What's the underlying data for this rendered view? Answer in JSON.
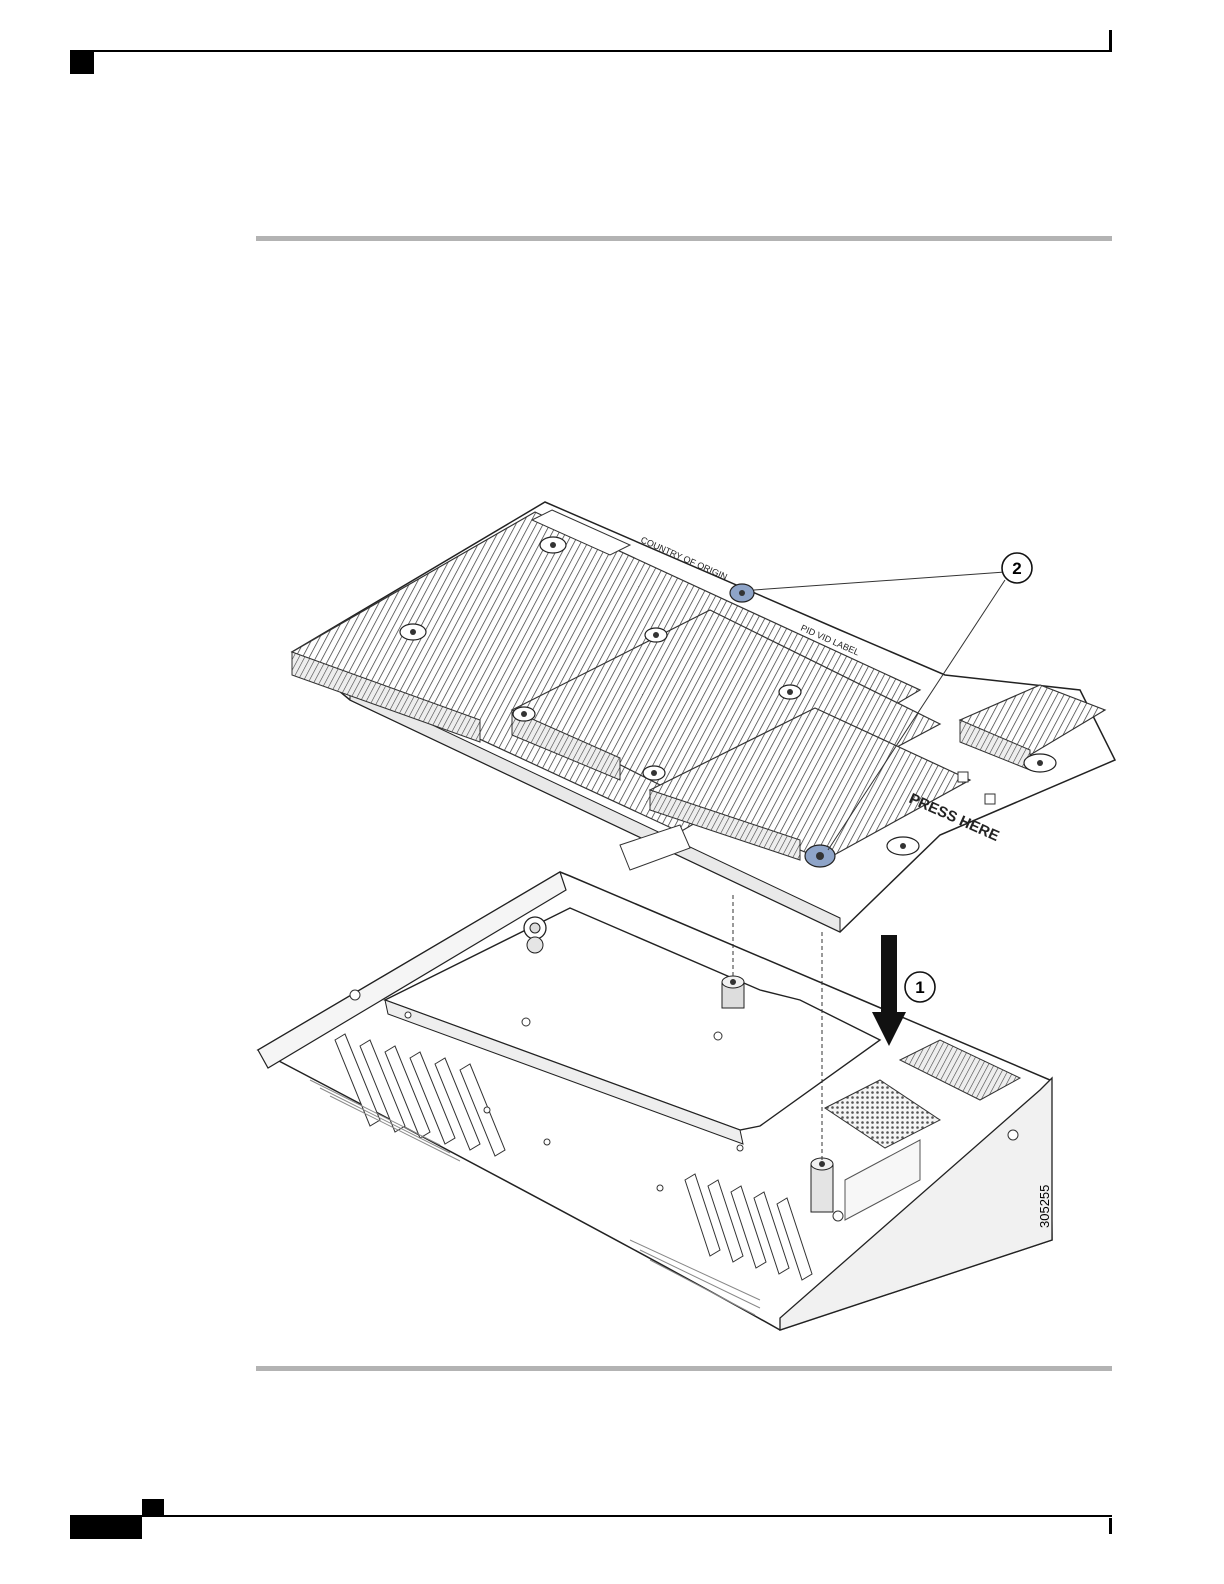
{
  "figure": {
    "callouts": [
      {
        "number": "1",
        "meaning": "lower board onto standoffs"
      },
      {
        "number": "2",
        "meaning": "captive thumbscrews"
      }
    ],
    "figure_id": "305255",
    "board_labels": {
      "country_label": "COUNTRY OF ORIGIN",
      "pid_label": "PID VID LABEL",
      "press_label": "PRESS HERE"
    }
  },
  "colors": {
    "rule_gray": "#b3b3b3",
    "line": "#222222",
    "screw_blue": "#8ea4c8"
  }
}
